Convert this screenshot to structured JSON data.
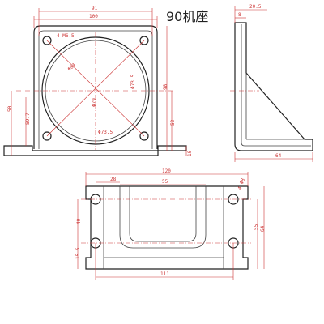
{
  "title": "90机座",
  "front_view": {
    "width_outer": "100",
    "width_holes": "91",
    "hole_label": "4-M6.5",
    "bore_outer": "Φ84",
    "bore_inner": "Φ79",
    "pcd_top": "Φ73.5",
    "pcd_bottom": "Φ73.5",
    "height_total": "98",
    "height_center": "50",
    "height_center_right": "52",
    "base_thickness": "10",
    "left_inner": "59.7"
  },
  "side_view": {
    "top_width": "20.5",
    "top_offset": "8",
    "depth": "64"
  },
  "top_view": {
    "total_width": "120",
    "hole_spacing": "111",
    "slot_width": "55",
    "left_offset": "28",
    "hole_label": "4-Φ8",
    "hole_y_spacing": "40",
    "edge_offset": "15.5",
    "depth_inner": "55",
    "depth_outer": "64"
  },
  "colors": {
    "outline": "#222222",
    "dimension": "#cc3333"
  }
}
